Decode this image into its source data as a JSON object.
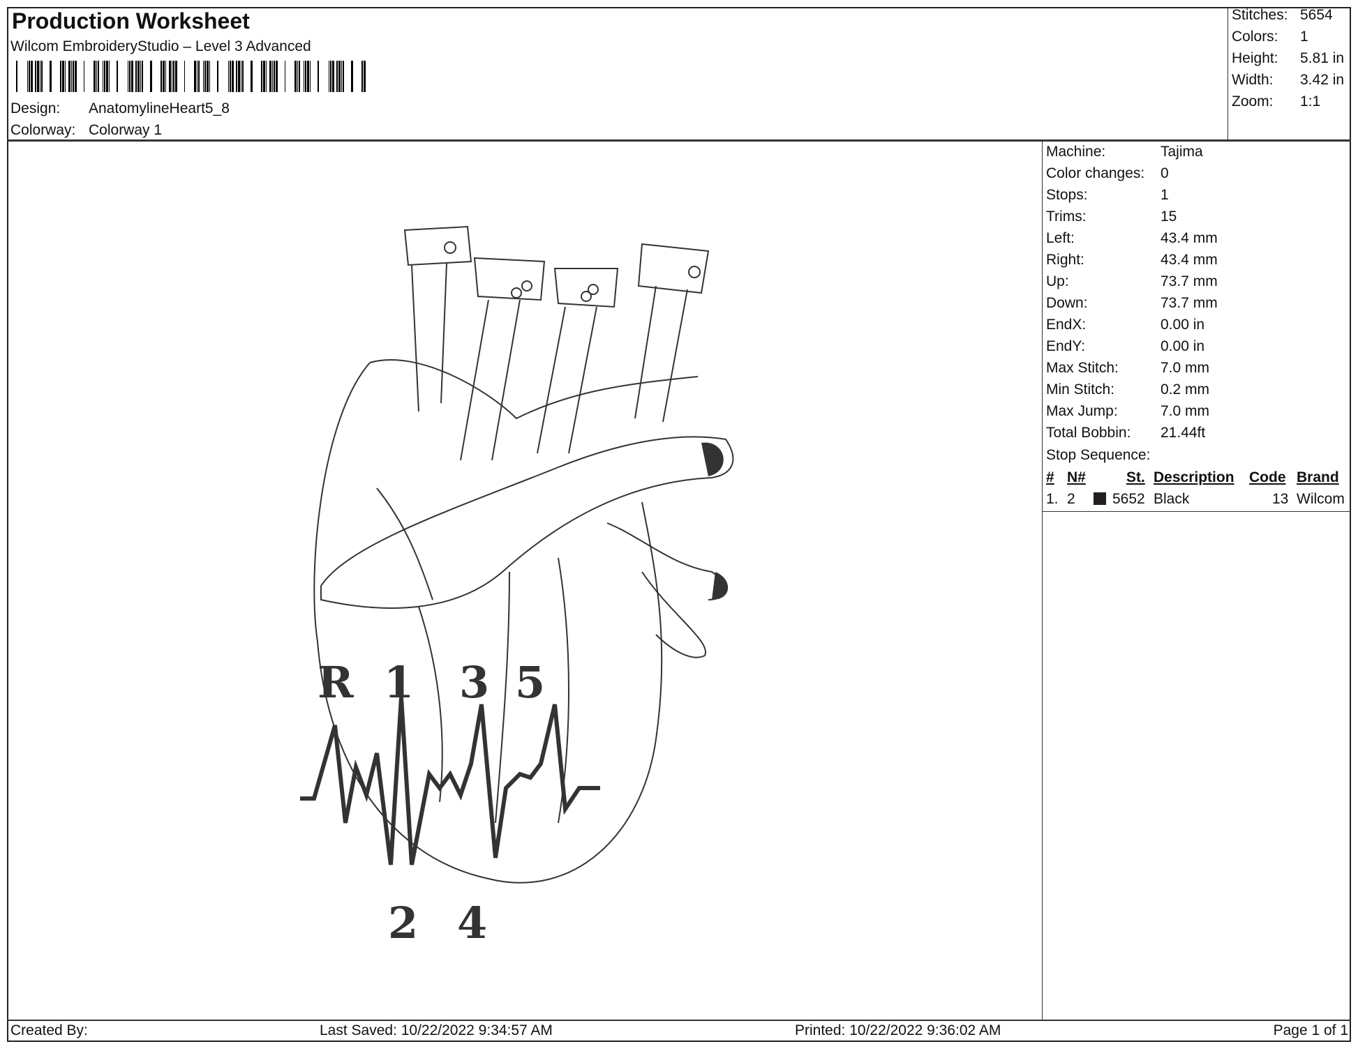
{
  "header": {
    "title": "Production Worksheet",
    "software": "Wilcom EmbroideryStudio – Level 3 Advanced",
    "design_label": "Design:",
    "design_value": "AnatomylineHeart5_8",
    "colorway_label": "Colorway:",
    "colorway_value": "Colorway 1"
  },
  "summary": [
    {
      "label": "Stitches:",
      "value": "5654"
    },
    {
      "label": "Colors:",
      "value": "1"
    },
    {
      "label": "Height:",
      "value": "5.81 in"
    },
    {
      "label": "Width:",
      "value": "3.42 in"
    },
    {
      "label": "Zoom:",
      "value": "1:1"
    }
  ],
  "machine_info": [
    {
      "label": "Machine:",
      "value": "Tajima"
    },
    {
      "label": "Color changes:",
      "value": "0"
    },
    {
      "label": "Stops:",
      "value": "1"
    },
    {
      "label": "Trims:",
      "value": "15"
    },
    {
      "label": "Left:",
      "value": "43.4 mm"
    },
    {
      "label": "Right:",
      "value": "43.4 mm"
    },
    {
      "label": "Up:",
      "value": "73.7 mm"
    },
    {
      "label": "Down:",
      "value": "73.7 mm"
    },
    {
      "label": "EndX:",
      "value": "0.00 in"
    },
    {
      "label": "EndY:",
      "value": "0.00 in"
    },
    {
      "label": "Max Stitch:",
      "value": "7.0 mm"
    },
    {
      "label": "Min Stitch:",
      "value": "0.2 mm"
    },
    {
      "label": "Max Jump:",
      "value": "7.0 mm"
    },
    {
      "label": "Total Bobbin:",
      "value": "21.44ft"
    }
  ],
  "stop_sequence": {
    "title": "Stop Sequence:",
    "headers": {
      "num": "#",
      "needle": "N#",
      "stitches": "St.",
      "description": "Description",
      "code": "Code",
      "brand": "Brand"
    },
    "rows": [
      {
        "num": "1.",
        "needle": "2",
        "color": "#231f20",
        "stitches": "5652",
        "description": "Black",
        "code": "13",
        "brand": "Wilcom"
      }
    ]
  },
  "design_labels": {
    "top": [
      "R",
      "1",
      "3",
      "5"
    ],
    "bottom": [
      "2",
      "4"
    ]
  },
  "footer": {
    "created_by": "Created By:",
    "last_saved": "Last Saved: 10/22/2022 9:34:57 AM",
    "printed": "Printed: 10/22/2022 9:36:02 AM",
    "page": "Page 1 of 1"
  }
}
